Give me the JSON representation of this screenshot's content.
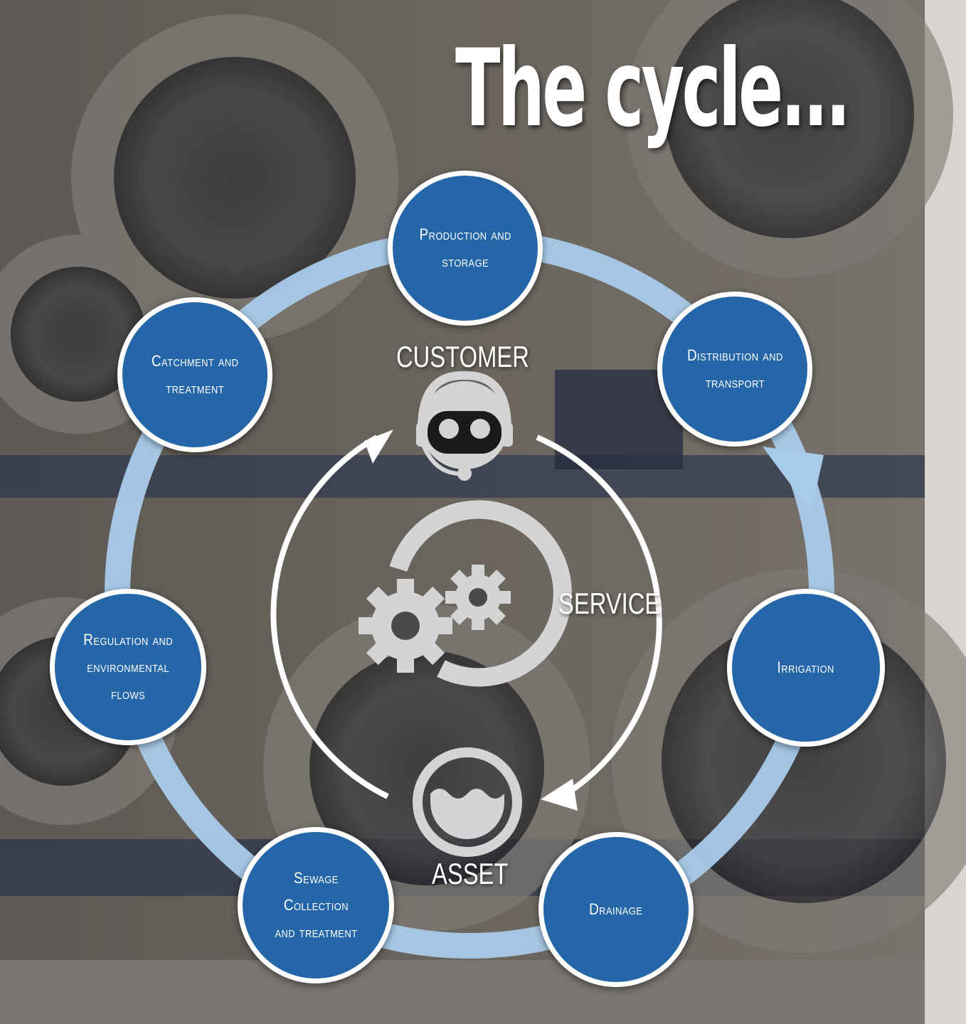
{
  "title": "The cycle...",
  "nodes": [
    {
      "id": "production",
      "label": "Production and\nstorage"
    },
    {
      "id": "distribution",
      "label": "Distribution and\ntransport"
    },
    {
      "id": "irrigation",
      "label": "Irrigation"
    },
    {
      "id": "drainage",
      "label": "Drainage"
    },
    {
      "id": "sewage",
      "label": "Sewage\nCollection\nand treatment"
    },
    {
      "id": "regulation",
      "label": "Regulation and\nenvironmental\nflows"
    },
    {
      "id": "catchment",
      "label": "Catchment and\ntreatment"
    }
  ],
  "center": {
    "customer_label": "CUSTOMER",
    "service_label": "SERVICE",
    "asset_label": "ASSET"
  },
  "colors": {
    "node_fill": "#2566a8",
    "node_border": "#ffffff",
    "ring": "#a9cbea",
    "icons": "#d4d4d4"
  },
  "icons": [
    "customer-service-agent-icon",
    "gears-icon",
    "water-tank-icon"
  ]
}
